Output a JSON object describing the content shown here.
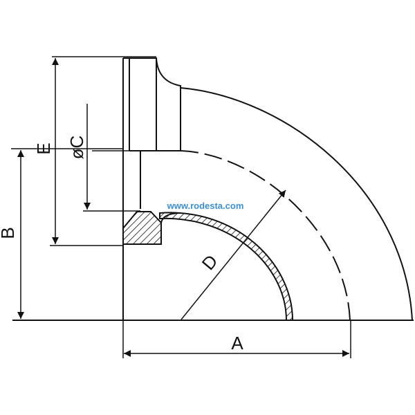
{
  "watermark": "www.rodesta.com",
  "labels": {
    "a": "A",
    "b": "B",
    "d": "D",
    "e": "E",
    "c": "øC"
  },
  "colors": {
    "line": "#111111",
    "watermark": "#3a8fd6",
    "background": "#ffffff"
  }
}
